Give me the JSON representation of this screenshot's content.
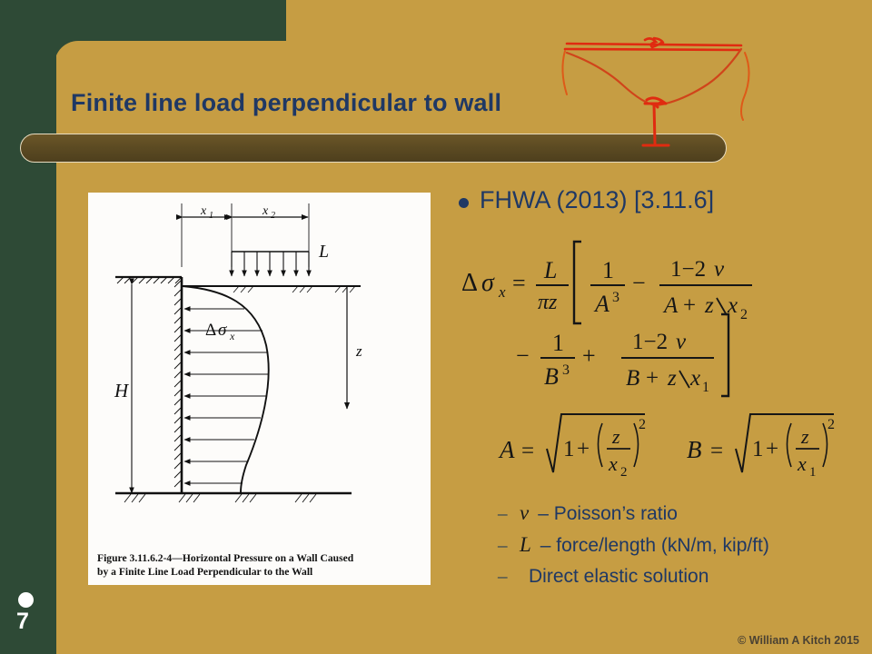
{
  "slide": {
    "number": "7",
    "title": "Finite line load perpendicular to wall",
    "copyright": "© William A Kitch 2015",
    "colors": {
      "background_green": "#2e4a36",
      "panel_gold": "#c69d43",
      "title_blue": "#1f3864",
      "divider_brown": "#5b4a22",
      "annotation_red": "#e02b10"
    }
  },
  "content": {
    "main_bullet": "FHWA (2013) [3.11.6]",
    "equations": {
      "main_line1": "Δσx = L/(πz) [ 1/A³ − (1−2ν)/(A + z/x₂)",
      "main_line2": "− 1/B³ + (1−2ν)/(B + z/x₁) ]",
      "A_def": "A = √(1 + (z/x₂)²)",
      "B_def": "B = √(1 + (z/x₁)²)"
    },
    "sub_bullets": [
      {
        "dash": "–",
        "symbol": "ν",
        "text": "– Poisson’s ratio"
      },
      {
        "dash": "–",
        "symbol": "L",
        "text": "– force/length (kN/m, kip/ft)"
      },
      {
        "dash": "–",
        "symbol": "",
        "text": "Direct elastic solution"
      }
    ]
  },
  "figure": {
    "caption_line1": "Figure 3.11.6.2-4—Horizontal Pressure on a Wall Caused",
    "caption_line2": "by a Finite Line Load Perpendicular to the Wall",
    "labels": {
      "x1": "x",
      "x1_sub": "1",
      "x2": "x",
      "x2_sub": "2",
      "load": "L",
      "depth": "z",
      "height": "H",
      "pressure": "Δσ",
      "pressure_sub": "x"
    }
  },
  "annotation": {
    "type": "hand-drawn-red-sketch",
    "description": "red ink overlay: horizontal line, sagging curve, vertical stem"
  }
}
